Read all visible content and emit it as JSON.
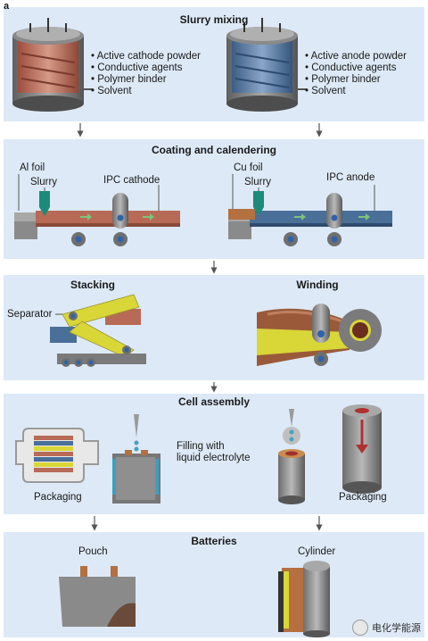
{
  "panel_label": "a",
  "sections": {
    "mixing": {
      "title": "Slurry mixing",
      "cathode_items": [
        "Active cathode powder",
        "Conductive agents",
        "Polymer binder",
        "Solvent"
      ],
      "anode_items": [
        "Active anode powder",
        "Conductive agents",
        "Polymer binder",
        "Solvent"
      ]
    },
    "coating": {
      "title": "Coating and calendering",
      "left": {
        "foil": "Al foil",
        "slurry": "Slurry",
        "product": "IPC cathode"
      },
      "right": {
        "foil": "Cu foil",
        "slurry": "Slurry",
        "product": "IPC anode"
      }
    },
    "stacking": {
      "title": "Stacking",
      "separator": "Separator"
    },
    "winding": {
      "title": "Winding"
    },
    "assembly": {
      "title": "Cell assembly",
      "packaging_left": "Packaging",
      "filling": "Filling with\nliquid electrolyte",
      "packaging_right": "Packaging"
    },
    "batteries": {
      "title": "Batteries",
      "pouch": "Pouch",
      "cylinder": "Cylinder"
    }
  },
  "watermark": "电化学能源",
  "colors": {
    "panel_bg": "#dde9f6",
    "cathode": "#b76a55",
    "anode": "#4a6f98",
    "foil_copper": "#b4703f",
    "separator": "#d9d637",
    "roller": "#6f6f6f",
    "roller_dot": "#2f63a8"
  }
}
